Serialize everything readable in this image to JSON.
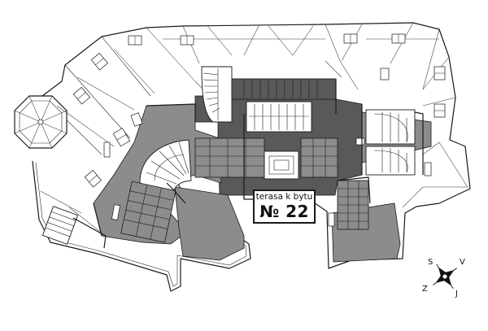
{
  "plan": {
    "title_line1": "terasa k bytu",
    "title_line2": "№ 22"
  },
  "compass": {
    "north": "S",
    "south": "J",
    "east": "V",
    "west": "Z"
  },
  "colors": {
    "terrace_dark": "#595959",
    "terrace_mid": "#8c8c8c",
    "line": "#1a1a1a",
    "background": "#ffffff"
  }
}
